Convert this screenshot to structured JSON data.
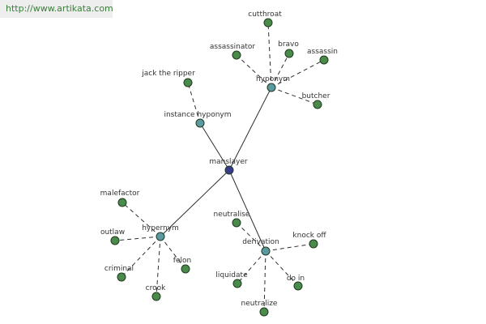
{
  "watermark": "http://www.artikata.com",
  "colors": {
    "center_fill": "#3a3a8c",
    "relation_fill": "#5a9aa0",
    "leaf_fill": "#4a8a4a",
    "node_stroke": "#1f3a1f",
    "edge": "#2e2e2e"
  },
  "center": {
    "id": "manslayer",
    "label": "manslayer"
  },
  "relations": [
    {
      "id": "hyponym",
      "label": "hyponym",
      "leaves": [
        {
          "id": "cutthroat",
          "label": "cutthroat"
        },
        {
          "id": "bravo",
          "label": "bravo"
        },
        {
          "id": "assassinator",
          "label": "assassinator"
        },
        {
          "id": "assassin",
          "label": "assassin"
        },
        {
          "id": "butcher",
          "label": "butcher"
        }
      ]
    },
    {
      "id": "instance-hyponym",
      "label": "instance hyponym",
      "leaves": [
        {
          "id": "jack-the-ripper",
          "label": "jack the ripper"
        }
      ]
    },
    {
      "id": "hypernym",
      "label": "hypernym",
      "leaves": [
        {
          "id": "malefactor",
          "label": "malefactor"
        },
        {
          "id": "outlaw",
          "label": "outlaw"
        },
        {
          "id": "criminal",
          "label": "criminal"
        },
        {
          "id": "crook",
          "label": "crook"
        },
        {
          "id": "felon",
          "label": "felon"
        }
      ]
    },
    {
      "id": "derivation",
      "label": "derivation",
      "leaves": [
        {
          "id": "neutralise",
          "label": "neutralise"
        },
        {
          "id": "knock-off",
          "label": "knock off"
        },
        {
          "id": "liquidate",
          "label": "liquidate"
        },
        {
          "id": "do-in",
          "label": "do in"
        },
        {
          "id": "neutralize",
          "label": "neutralize"
        }
      ]
    }
  ]
}
